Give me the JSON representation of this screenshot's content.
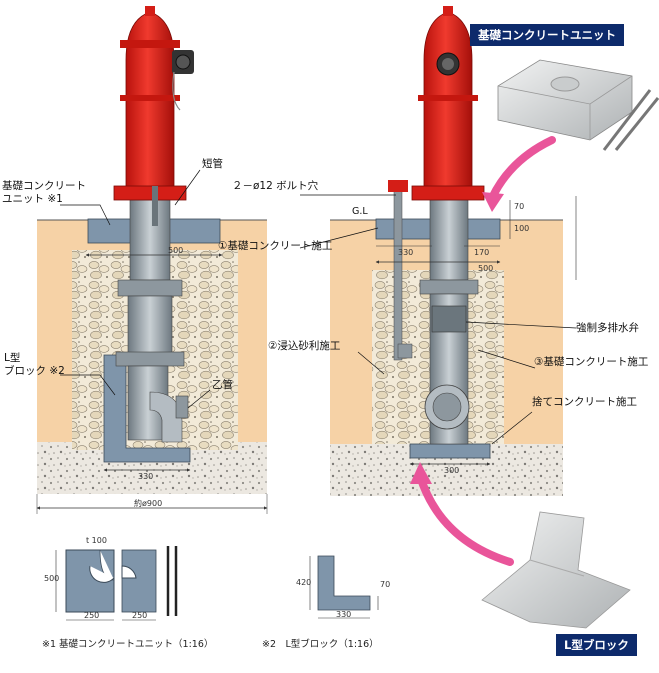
{
  "left": {
    "unit_label_1": "基礎コンクリート",
    "unit_label_2": "ユニット ※1",
    "short_pipe": "短管",
    "lblock_1": "L型",
    "lblock_2": "ブロック ※2",
    "otsu_pipe": "乙管",
    "dim_500": "500",
    "dim_330": "330",
    "dim_900": "約ø900"
  },
  "right": {
    "bolt_hole": "２－ø12 ボルト穴",
    "gl": "G.L",
    "step1": "①基礎コンクリート施工",
    "step2": "②浸込砂利施工",
    "drain_valve": "強制多排水弁",
    "step3": "③基礎コンクリート施工",
    "sute": "捨てコンクリート施工",
    "dim_330": "330",
    "dim_170": "170",
    "dim_500": "500",
    "dim_70": "70",
    "dim_100": "100",
    "dim_300": "300"
  },
  "tags": {
    "unit_tag": "基礎コンクリートユニット",
    "lblock_tag": "L型ブロック"
  },
  "details": {
    "unit_t": "t 100",
    "unit_500": "500",
    "unit_250a": "250",
    "unit_250b": "250",
    "lb_420": "420",
    "lb_70": "70",
    "lb_330": "330"
  },
  "captions": {
    "cap1": "※1 基礎コンクリートユニット（1:16）",
    "cap2": "※2　L型ブロック（1:16）"
  },
  "colors": {
    "hydrant_red": "#e8231c",
    "soil": "#f6d2a6",
    "gravel": "#e7e3dc",
    "concrete": "#7f95aa",
    "pipe": "#9aa6ae",
    "arrow": "#e9559a",
    "tag_bg": "#0d2a6b"
  }
}
